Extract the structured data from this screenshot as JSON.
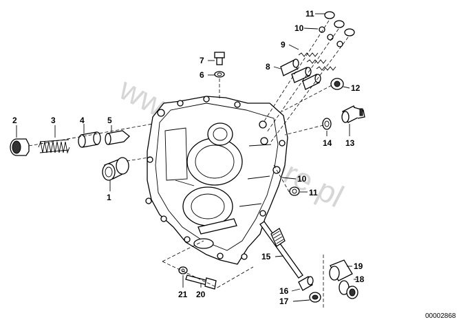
{
  "diagram": {
    "reference_number": "00002868",
    "watermark": "www.bmwstore.pl",
    "labels": [
      "1",
      "2",
      "3",
      "4",
      "5",
      "6",
      "7",
      "8",
      "9",
      "10",
      "10",
      "11",
      "11",
      "12",
      "13",
      "14",
      "15",
      "16",
      "17",
      "18",
      "19",
      "20",
      "21"
    ]
  }
}
